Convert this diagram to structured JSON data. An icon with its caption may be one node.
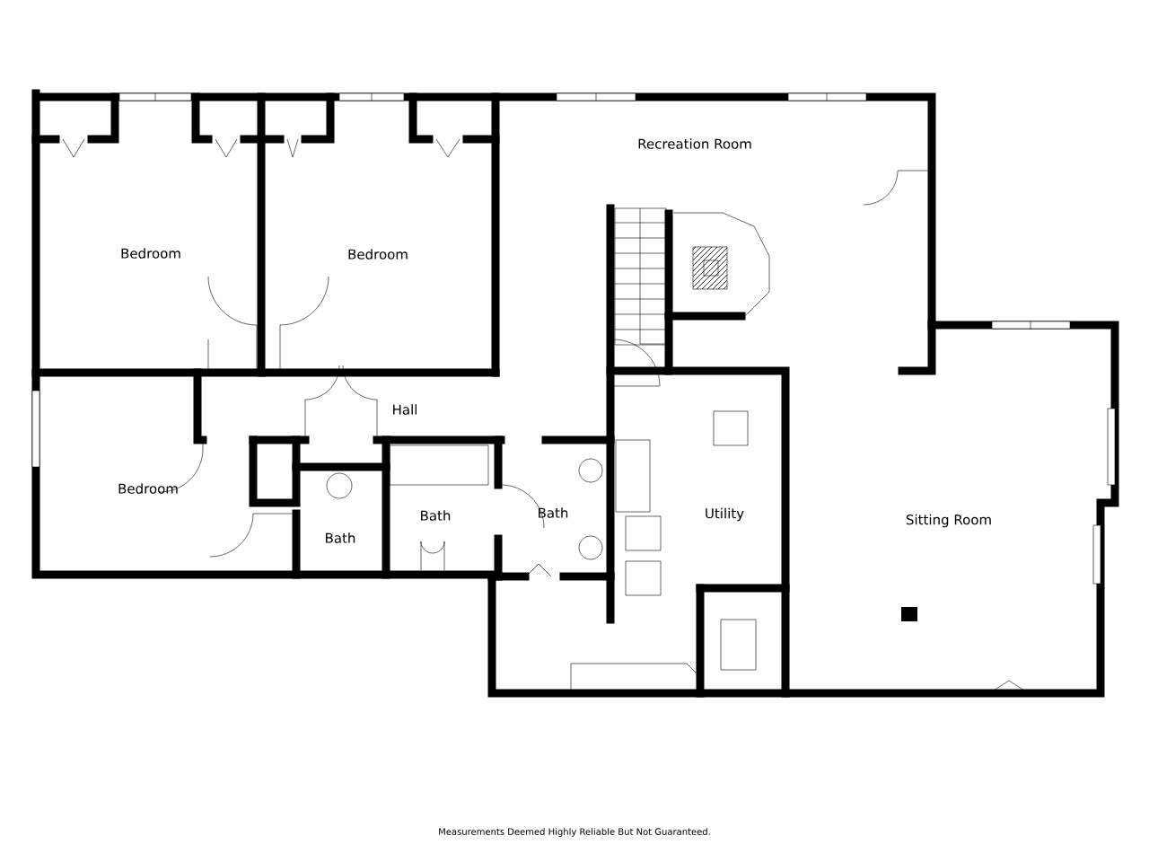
{
  "diagram": {
    "labels": [
      "Recreation Room",
      "Bedroom",
      "Bedroom",
      "Hall",
      "Bedroom",
      "Bath",
      "Bath",
      "Bath",
      "Utility",
      "Sitting Room",
      "Measurements Deemed Highly Reliable But Not Guaranteed."
    ]
  }
}
